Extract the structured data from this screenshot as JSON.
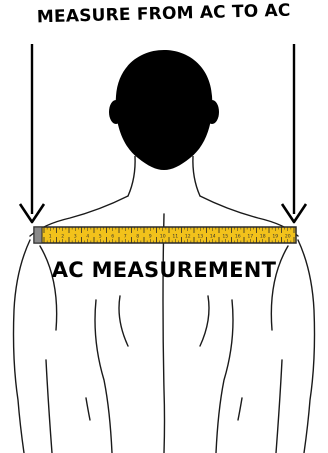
{
  "heading": "MEASURE FROM AC TO AC",
  "label": "AC MEASUREMENT",
  "tape": {
    "numbers": [
      "1",
      "2",
      "3",
      "4",
      "5",
      "6",
      "7",
      "8",
      "9",
      "10",
      "11",
      "12",
      "13",
      "14",
      "15",
      "16",
      "17",
      "18",
      "19",
      "20"
    ],
    "color": "#f2c21b",
    "edge_color": "#2a2a2a"
  },
  "figure": {
    "hair_color": "#000000",
    "line_color": "#1a1a1a",
    "arrow_color": "#000000"
  }
}
